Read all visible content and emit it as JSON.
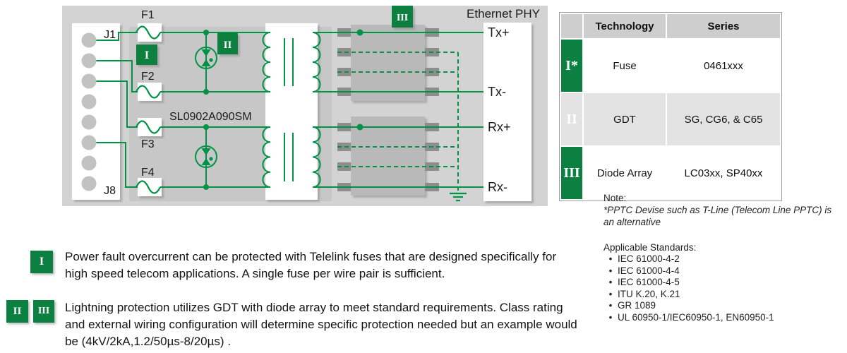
{
  "colors": {
    "brand_green": "#0b8040",
    "wire_green": "#009245",
    "panel_gray": "#d3d3d3",
    "module_gray": "#c7c7c7",
    "table_header_gray": "#cecece",
    "table_alt_row_gray": "#e3e3e3"
  },
  "diagram": {
    "connector_top": "J1",
    "connector_bottom": "J8",
    "fuses": {
      "f1": "F1",
      "f2": "F2",
      "f3": "F3",
      "f4": "F4"
    },
    "module_part": "SL0902A090SM",
    "phy_title": "Ethernet PHY",
    "ports": {
      "tx_plus": "Tx+",
      "tx_minus": "Tx-",
      "rx_plus": "Rx+",
      "rx_minus": "Rx-"
    },
    "badges": {
      "one": "I",
      "two": "II",
      "three": "III"
    }
  },
  "table": {
    "headers": {
      "technology": "Technology",
      "series": "Series"
    },
    "rows": [
      {
        "badge": "I*",
        "technology": "Fuse",
        "series": "0461xxx"
      },
      {
        "badge": "II",
        "technology": "GDT",
        "series": "SG, CG6, & C65"
      },
      {
        "badge": "III",
        "technology": "Diode Array",
        "series": "LC03xx, SP40xx"
      }
    ]
  },
  "note": {
    "title": "Note:",
    "lines": [
      "*PPTC Devise such as T-Line (Telecom Line PPTC) is",
      "an alternative"
    ]
  },
  "standards": {
    "title": "Applicable Standards:",
    "bullet": "•",
    "items": [
      "IEC 61000-4-2",
      "IEC 61000-4-4",
      "IEC 61000-4-5",
      "ITU K.20, K.21",
      "GR 1089",
      "UL 60950-1/IEC60950-1, EN60950-1"
    ]
  },
  "callouts": [
    {
      "badges": [
        "I"
      ],
      "lines": [
        "Power fault overcurrent can be protected with Telelink fuses that are designed specifically for",
        "high speed telecom applications. A single fuse per wire pair is sufficient."
      ]
    },
    {
      "badges": [
        "II",
        "III"
      ],
      "lines": [
        "Lightning protection utilizes GDT with diode array to meet standard requirements. Class rating",
        "and external wiring configuration will determine specific protection needed but an example would",
        "be (4kV/2kA,1.2/50µs-8/20µs) ."
      ]
    }
  ]
}
